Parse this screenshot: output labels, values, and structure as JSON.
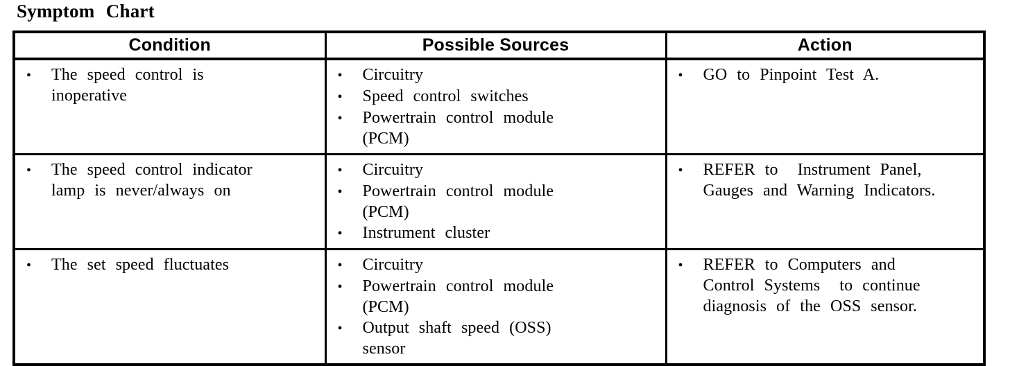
{
  "title": "Symptom Chart",
  "bullet_icon": "•",
  "colors": {
    "text": "#000000",
    "border": "#000000",
    "background": "#ffffff"
  },
  "table": {
    "headers": [
      "Condition",
      "Possible Sources",
      "Action"
    ],
    "rows": [
      {
        "condition": [
          "The speed control is\ninoperative"
        ],
        "sources": [
          "Circuitry",
          "Speed control switches",
          "Powertrain control module\n(PCM)"
        ],
        "action": [
          "GO to Pinpoint Test A."
        ]
      },
      {
        "condition": [
          "The speed control indicator\nlamp is never/always on"
        ],
        "sources": [
          "Circuitry",
          "Powertrain control module\n(PCM)",
          "Instrument cluster"
        ],
        "action": [
          "REFER to  Instrument Panel,\nGauges and Warning Indicators."
        ]
      },
      {
        "condition": [
          "The set speed fluctuates"
        ],
        "sources": [
          "Circuitry",
          "Powertrain control module\n(PCM)",
          "Output shaft speed (OSS)\nsensor"
        ],
        "action": [
          "REFER to Computers and\nControl Systems  to continue\ndiagnosis of the OSS sensor."
        ]
      }
    ]
  }
}
